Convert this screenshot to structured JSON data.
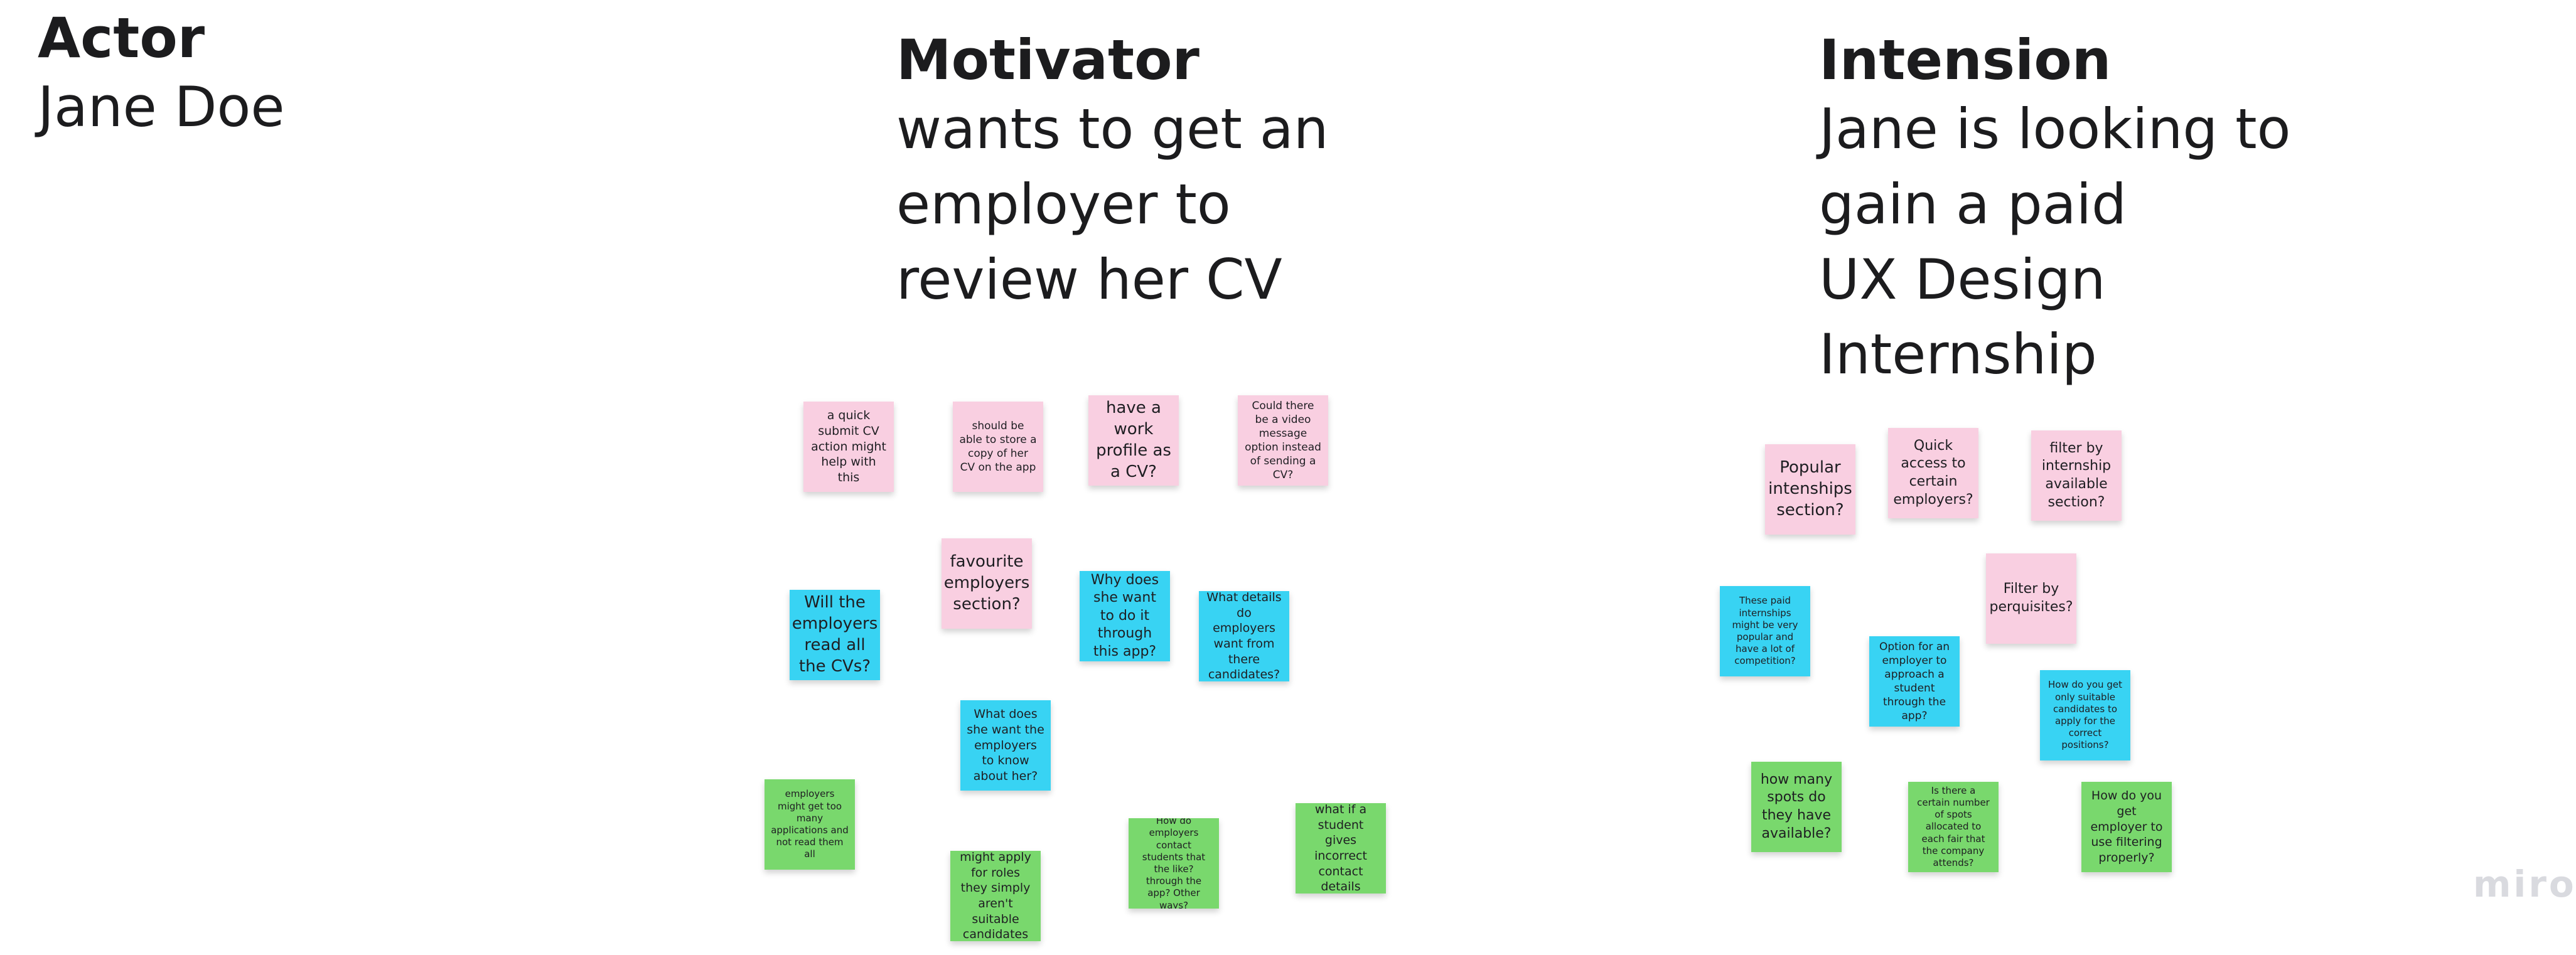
{
  "headers": {
    "actor": {
      "title": "Actor",
      "lines": [
        "Jane Doe"
      ]
    },
    "motivator": {
      "title": "Motivator",
      "lines": [
        "wants to get an",
        "employer to",
        "review her CV"
      ]
    },
    "intension": {
      "title": "Intension",
      "lines": [
        "Jane is looking to",
        "gain a paid",
        "UX Design",
        "Internship"
      ]
    }
  },
  "colors": {
    "pink": "#f9cfe1",
    "cyan": "#38d3f3",
    "green": "#79d86d"
  },
  "notes": [
    {
      "text": "a quick submit CV action might help with this",
      "color": "pink"
    },
    {
      "text": "should be able to store a copy of her CV on the app",
      "color": "pink"
    },
    {
      "text": "have a work profile as a CV?",
      "color": "pink"
    },
    {
      "text": "Could there be a video message option instead of sending a CV?",
      "color": "pink"
    },
    {
      "text": "favourite employers section?",
      "color": "pink"
    },
    {
      "text": "Will the employers read all the CVs?",
      "color": "cyan"
    },
    {
      "text": "Why does she want to do it through this app?",
      "color": "cyan"
    },
    {
      "text": "What details do employers want from there candidates?",
      "color": "cyan"
    },
    {
      "text": "What does she want the employers to know about her?",
      "color": "cyan"
    },
    {
      "text": "employers might get too many applications and not read them all",
      "color": "green"
    },
    {
      "text": "students might apply for roles they simply aren't suitable candidates for",
      "color": "green"
    },
    {
      "text": "How do employers contact students that the like? through the app? Other ways?",
      "color": "green"
    },
    {
      "text": "what if a student gives incorrect contact details",
      "color": "green"
    },
    {
      "text": "Popular intenships section?",
      "color": "pink"
    },
    {
      "text": "Quick access to certain employers?",
      "color": "pink"
    },
    {
      "text": "filter by internship available section?",
      "color": "pink"
    },
    {
      "text": "Filter by perquisites?",
      "color": "pink"
    },
    {
      "text": "These paid internships might be very popular and have a lot of competition?",
      "color": "cyan"
    },
    {
      "text": "Option for an employer to approach a student through the app?",
      "color": "cyan"
    },
    {
      "text": "How do you get only suitable candidates to apply for the correct positions?",
      "color": "cyan"
    },
    {
      "text": "how many spots do they have available?",
      "color": "green"
    },
    {
      "text": "Is there a certain number of spots allocated to each fair that the company attends?",
      "color": "green"
    },
    {
      "text": "How do you get employer to use filtering properly?",
      "color": "green"
    }
  ],
  "logo": "miro"
}
